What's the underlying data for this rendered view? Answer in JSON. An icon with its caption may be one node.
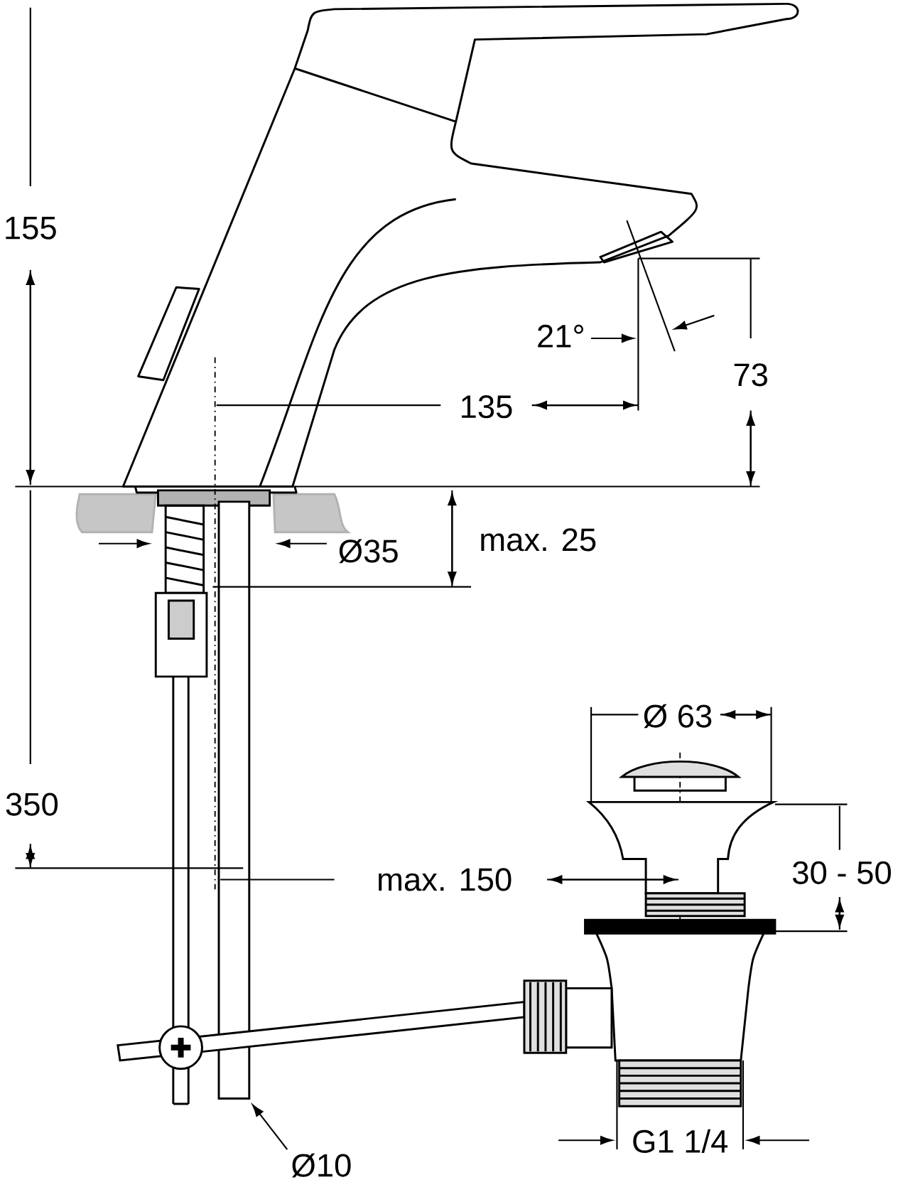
{
  "diagram": {
    "labels": [
      "155",
      "350",
      "21°",
      "73",
      "135",
      "max. 25",
      "Ø35",
      "Ø 63",
      "30 - 50",
      "max. 150",
      "G1 1/4",
      "Ø10"
    ]
  }
}
